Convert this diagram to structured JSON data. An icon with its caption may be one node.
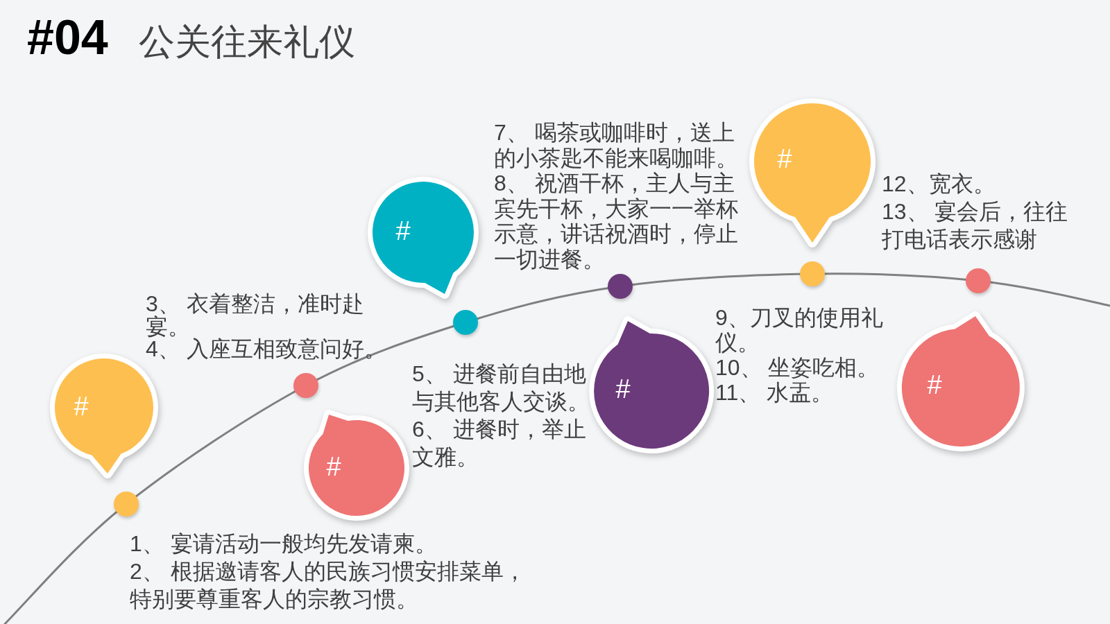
{
  "diagram": {
    "title": "**#04** 公关往来礼仪",
    "nodes": [
      {
        "text": [
          "#"
        ],
        "beside": [
          "1、 宴请活动一般均先发请柬。",
          "2、 根据邀请客人的民族习惯安排菜单，特别要尊重客人的宗教习惯。"
        ]
      },
      {
        "text": [
          "#"
        ],
        "beside": [
          "3、 衣着整洁，准时赴宴。",
          "4、 入座互相致意问好。"
        ]
      },
      {
        "text": [
          "#"
        ],
        "beside": [
          "5、 进餐前自由地与其他客人交谈。",
          "6、 进餐时，举止文雅。"
        ]
      },
      {
        "text": [
          "#"
        ],
        "beside": [
          "7、 喝茶或咖啡时，送上的小茶匙不能来喝咖啡。",
          "8、 祝酒干杯，主人与主宾先干杯，大家一一举杯示意，讲话祝酒时，停止一切进餐。"
        ]
      },
      {
        "text": [
          "#"
        ],
        "beside": [
          "9、刀叉的使用礼仪。",
          "10、 坐姿吃相。",
          "11、 水盂。"
        ]
      },
      {
        "text": [
          "#"
        ],
        "beside": [
          "12、宽衣。",
          "13、 宴会后，往往打电话表示感谢"
        ]
      }
    ]
  }
}
